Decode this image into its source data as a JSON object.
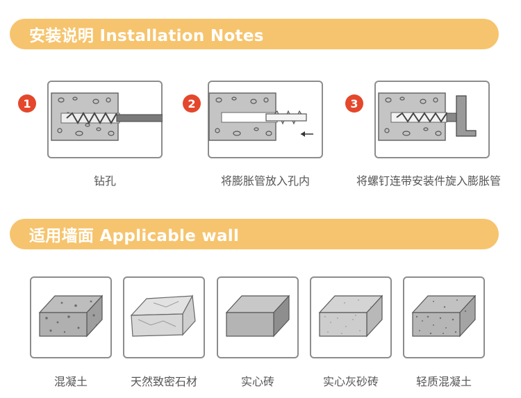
{
  "installation": {
    "title": "安装说明 Installation Notes",
    "steps": [
      {
        "number": "1",
        "caption": "钻孔",
        "icon": "drill-bit-in-wall-icon"
      },
      {
        "number": "2",
        "caption": "将膨胀管放入孔内",
        "icon": "anchor-insert-icon"
      },
      {
        "number": "3",
        "caption": "将螺钉连带安装件旋入膨胀管",
        "icon": "screw-fastening-icon"
      }
    ]
  },
  "applicable": {
    "title": "适用墙面 Applicable wall",
    "walls": [
      {
        "label": "混凝土",
        "icon": "concrete-block-icon"
      },
      {
        "label": "天然致密石材",
        "icon": "natural-stone-icon"
      },
      {
        "label": "实心砖",
        "icon": "solid-brick-icon"
      },
      {
        "label": "实心灰砂砖",
        "icon": "sand-lime-brick-icon"
      },
      {
        "label": "轻质混凝土",
        "icon": "lightweight-concrete-icon"
      }
    ]
  },
  "colors": {
    "banner": "#f6c46e",
    "step_badge": "#e4472b",
    "frame": "#8c8c8c",
    "concrete": "#bdbdbd"
  }
}
